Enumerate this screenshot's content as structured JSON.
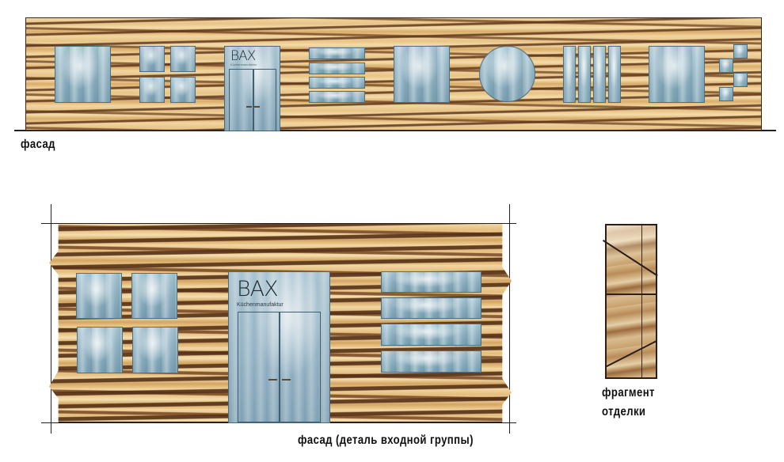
{
  "drawing_1": {
    "label": "фасад",
    "door_brand": "BAX",
    "door_subtitle": "Küchenmanufaktur",
    "windows": [
      {
        "shape": "square",
        "panes": 1
      },
      {
        "shape": "grid",
        "panes": 4
      },
      {
        "shape": "door",
        "panes": 2
      },
      {
        "shape": "horizontal-strips",
        "panes": 4
      },
      {
        "shape": "square",
        "panes": 1
      },
      {
        "shape": "circle",
        "panes": 1
      },
      {
        "shape": "vertical-strips",
        "panes": 4
      },
      {
        "shape": "square",
        "panes": 1
      },
      {
        "shape": "checker",
        "panes": 4
      }
    ]
  },
  "drawing_2": {
    "label": "фасад (деталь входной группы)",
    "door_brand": "BAX",
    "door_subtitle": "Küchenmanufaktur"
  },
  "drawing_3": {
    "label_line1": "фрагмент",
    "label_line2": "отделки"
  },
  "colors": {
    "wood_light": "#f1d6a2",
    "wood_dark": "#5f371c",
    "glass": "#8fb1c1",
    "outline": "#222222"
  }
}
